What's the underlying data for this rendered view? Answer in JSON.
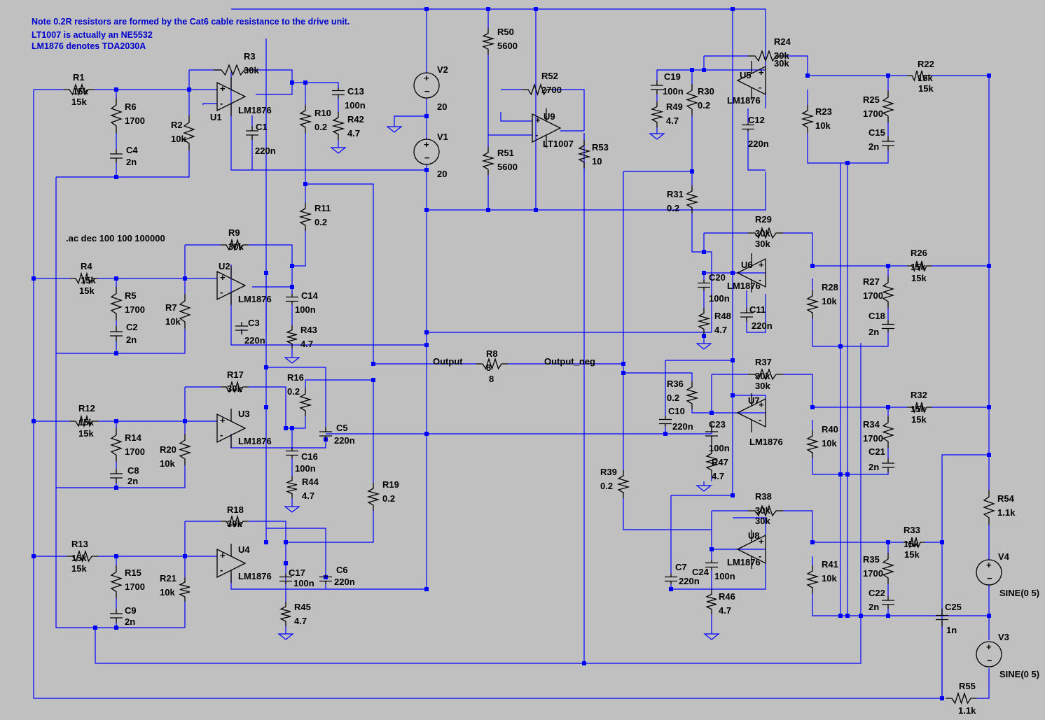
{
  "notes": [
    "Note 0.2R resistors are formed by the Cat6 cable resistance to the drive unit.",
    "LT1007 is actually an NE5532",
    "LM1876 denotes TDA2030A"
  ],
  "directive": ".ac dec 100 100 100000",
  "nets": {
    "output": "Output",
    "output_neg": "Output_neg"
  },
  "opamps": [
    {
      "ref": "U1",
      "model": "LM1876"
    },
    {
      "ref": "U2",
      "model": "LM1876"
    },
    {
      "ref": "U3",
      "model": "LM1876"
    },
    {
      "ref": "U4",
      "model": "LM1876"
    },
    {
      "ref": "U5",
      "model": "LM1876"
    },
    {
      "ref": "U6",
      "model": "LM1876"
    },
    {
      "ref": "U7",
      "model": "LM1876"
    },
    {
      "ref": "U8",
      "model": "LM1876"
    },
    {
      "ref": "U9",
      "model": "LT1007"
    }
  ],
  "resistors": [
    {
      "ref": "R1",
      "value": "15k"
    },
    {
      "ref": "R2",
      "value": "10k"
    },
    {
      "ref": "R3",
      "value": "30k"
    },
    {
      "ref": "R4",
      "value": "15k"
    },
    {
      "ref": "R5",
      "value": "1700"
    },
    {
      "ref": "R6",
      "value": "1700"
    },
    {
      "ref": "R7",
      "value": "10k"
    },
    {
      "ref": "R8",
      "value": "8"
    },
    {
      "ref": "R9",
      "value": "30k"
    },
    {
      "ref": "R10",
      "value": "0.2"
    },
    {
      "ref": "R11",
      "value": "0.2"
    },
    {
      "ref": "R12",
      "value": "15k"
    },
    {
      "ref": "R13",
      "value": "15k"
    },
    {
      "ref": "R14",
      "value": "1700"
    },
    {
      "ref": "R15",
      "value": "1700"
    },
    {
      "ref": "R16",
      "value": "0.2"
    },
    {
      "ref": "R17",
      "value": "30k"
    },
    {
      "ref": "R18",
      "value": "30k"
    },
    {
      "ref": "R19",
      "value": "0.2"
    },
    {
      "ref": "R20",
      "value": "10k"
    },
    {
      "ref": "R21",
      "value": "10k"
    },
    {
      "ref": "R22",
      "value": "15k"
    },
    {
      "ref": "R23",
      "value": "10k"
    },
    {
      "ref": "R24",
      "value": "30k"
    },
    {
      "ref": "R25",
      "value": "1700"
    },
    {
      "ref": "R26",
      "value": "15k"
    },
    {
      "ref": "R27",
      "value": "1700"
    },
    {
      "ref": "R28",
      "value": "10k"
    },
    {
      "ref": "R29",
      "value": "30k"
    },
    {
      "ref": "R30",
      "value": "0.2"
    },
    {
      "ref": "R31",
      "value": "0.2"
    },
    {
      "ref": "R32",
      "value": "15k"
    },
    {
      "ref": "R33",
      "value": "15k"
    },
    {
      "ref": "R34",
      "value": "1700"
    },
    {
      "ref": "R35",
      "value": "1700"
    },
    {
      "ref": "R36",
      "value": "0.2"
    },
    {
      "ref": "R37",
      "value": "30k"
    },
    {
      "ref": "R38",
      "value": "30k"
    },
    {
      "ref": "R39",
      "value": "0.2"
    },
    {
      "ref": "R40",
      "value": "10k"
    },
    {
      "ref": "R41",
      "value": "10k"
    },
    {
      "ref": "R42",
      "value": "4.7"
    },
    {
      "ref": "R43",
      "value": "4.7"
    },
    {
      "ref": "R44",
      "value": "4.7"
    },
    {
      "ref": "R45",
      "value": "4.7"
    },
    {
      "ref": "R46",
      "value": "4.7"
    },
    {
      "ref": "R47",
      "value": "4.7"
    },
    {
      "ref": "R48",
      "value": "4.7"
    },
    {
      "ref": "R49",
      "value": "4.7"
    },
    {
      "ref": "R50",
      "value": "5600"
    },
    {
      "ref": "R51",
      "value": "5600"
    },
    {
      "ref": "R52",
      "value": "2700"
    },
    {
      "ref": "R53",
      "value": "10"
    },
    {
      "ref": "R54",
      "value": "1.1k"
    },
    {
      "ref": "R55",
      "value": "1.1k"
    }
  ],
  "capacitors": [
    {
      "ref": "C1",
      "value": "220n"
    },
    {
      "ref": "C2",
      "value": "2n"
    },
    {
      "ref": "C3",
      "value": "220n"
    },
    {
      "ref": "C4",
      "value": "2n"
    },
    {
      "ref": "C5",
      "value": "220n"
    },
    {
      "ref": "C6",
      "value": "220n"
    },
    {
      "ref": "C7",
      "value": "220n"
    },
    {
      "ref": "C8",
      "value": "2n"
    },
    {
      "ref": "C9",
      "value": "2n"
    },
    {
      "ref": "C10",
      "value": "220n"
    },
    {
      "ref": "C11",
      "value": "220n"
    },
    {
      "ref": "C12",
      "value": "220n"
    },
    {
      "ref": "C13",
      "value": "100n"
    },
    {
      "ref": "C14",
      "value": "100n"
    },
    {
      "ref": "C15",
      "value": "2n"
    },
    {
      "ref": "C16",
      "value": "100n"
    },
    {
      "ref": "C17",
      "value": "100n"
    },
    {
      "ref": "C18",
      "value": "2n"
    },
    {
      "ref": "C19",
      "value": "100n"
    },
    {
      "ref": "C20",
      "value": "100n"
    },
    {
      "ref": "C21",
      "value": "2n"
    },
    {
      "ref": "C22",
      "value": "2n"
    },
    {
      "ref": "C23",
      "value": "100n"
    },
    {
      "ref": "C24",
      "value": "100n"
    },
    {
      "ref": "C25",
      "value": "1n"
    }
  ],
  "sources": [
    {
      "ref": "V1",
      "value": "20"
    },
    {
      "ref": "V2",
      "value": "20"
    },
    {
      "ref": "V3",
      "value": "SINE(0 5)"
    },
    {
      "ref": "V4",
      "value": "SINE(0 5)"
    }
  ],
  "colors": {
    "background": "#c0c0c0",
    "wire": "#0000ff",
    "component": "#000000",
    "note_text": "#0000cc"
  }
}
